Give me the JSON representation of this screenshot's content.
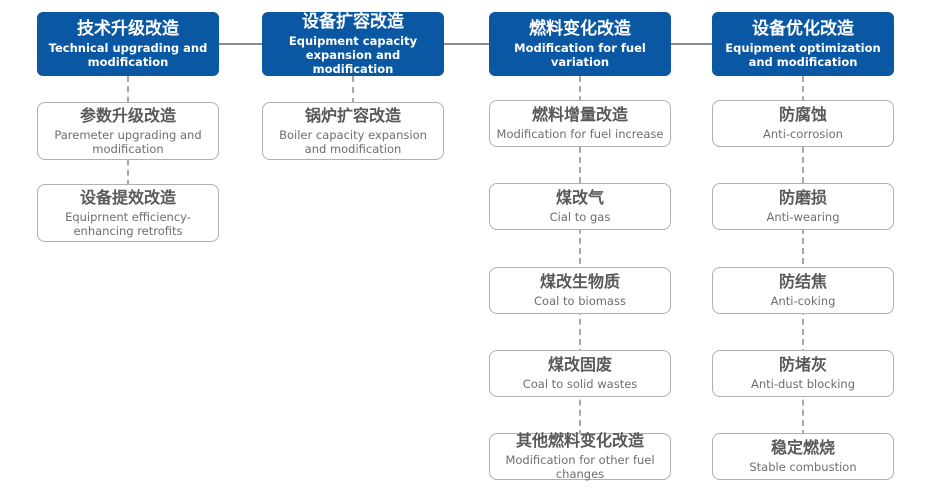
{
  "diagram": {
    "title": "Equipment modification categories",
    "colors": {
      "header_bg": "#0a57a3",
      "header_text": "#ffffff",
      "node_border": "#b0b0b0",
      "node_title_text": "#595959",
      "node_subtitle_text": "#6e6e6e",
      "connector_line": "#8c8c8c",
      "dashed_connector": "#a8a8a8"
    },
    "columns": [
      {
        "header": {
          "title_zh": "技术升级改造",
          "subtitle_en": "Technical upgrading and modification"
        },
        "items": [
          {
            "title_zh": "参数升级改造",
            "subtitle_en": "Paremeter upgrading and modification"
          },
          {
            "title_zh": "设备提效改造",
            "subtitle_en": "Equiprnent efficiency-enhancing retrofits"
          }
        ]
      },
      {
        "header": {
          "title_zh": "设备扩容改造",
          "subtitle_en": "Equipment capacity expansion and modification"
        },
        "items": [
          {
            "title_zh": "锅炉扩容改造",
            "subtitle_en": "Boiler capacity expansion and modification"
          }
        ]
      },
      {
        "header": {
          "title_zh": "燃料变化改造",
          "subtitle_en": "Modification for fuel variation"
        },
        "items": [
          {
            "title_zh": "燃料增量改造",
            "subtitle_en": "Modification for fuel increase"
          },
          {
            "title_zh": "煤改气",
            "subtitle_en": "Cial to gas"
          },
          {
            "title_zh": "煤改生物质",
            "subtitle_en": "Coal to biomass"
          },
          {
            "title_zh": "煤改固废",
            "subtitle_en": "Coal to solid wastes"
          },
          {
            "title_zh": "其他燃料变化改造",
            "subtitle_en": "Modification for other fuel changes"
          }
        ]
      },
      {
        "header": {
          "title_zh": "设备优化改造",
          "subtitle_en": "Equipment optimization and modification"
        },
        "items": [
          {
            "title_zh": "防腐蚀",
            "subtitle_en": "Anti-corrosion"
          },
          {
            "title_zh": "防磨损",
            "subtitle_en": "Anti-wearing"
          },
          {
            "title_zh": "防结焦",
            "subtitle_en": "Anti-coking"
          },
          {
            "title_zh": "防堵灰",
            "subtitle_en": "Anti-dust blocking"
          },
          {
            "title_zh": "稳定燃烧",
            "subtitle_en": "Stable combustion"
          }
        ]
      }
    ]
  }
}
